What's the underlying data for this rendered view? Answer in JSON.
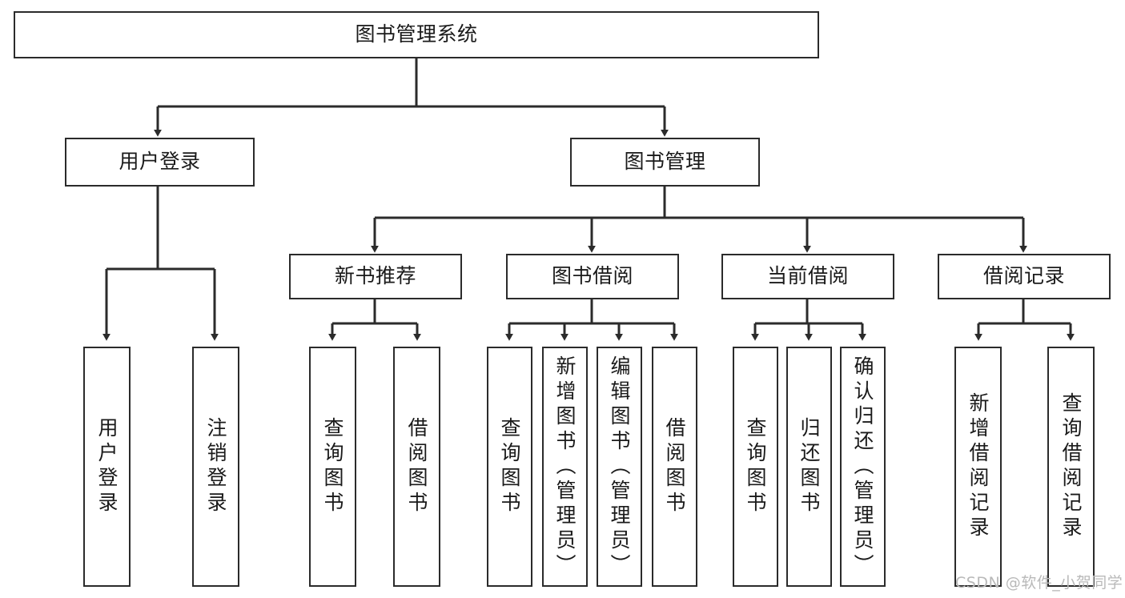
{
  "diagram": {
    "title": "图书管理系统",
    "type": "tree-hierarchy-diagram",
    "orientation": "top-down",
    "colors": {
      "background": "#ffffff",
      "box_border": "#2b2b2b",
      "box_fill": "#ffffff",
      "connector": "#2b2b2b",
      "text": "#1a1a1a",
      "watermark": "#b9b9b9"
    }
  },
  "nodes": {
    "root": {
      "label": "图书管理系统",
      "level": 0
    },
    "level1": [
      {
        "id": "user-login",
        "label": "用户登录"
      },
      {
        "id": "book-manage",
        "label": "图书管理"
      }
    ],
    "level2": [
      {
        "id": "new-book-recommend",
        "label": "新书推荐"
      },
      {
        "id": "book-borrow",
        "label": "图书借阅"
      },
      {
        "id": "current-borrow",
        "label": "当前借阅"
      },
      {
        "id": "borrow-record",
        "label": "借阅记录"
      }
    ],
    "leaves": {
      "user-login": [
        {
          "id": "leaf-user-login",
          "label": "用户登录"
        },
        {
          "id": "leaf-logout-login",
          "label": "注销登录"
        }
      ],
      "new-book-recommend": [
        {
          "id": "leaf-query-book-1",
          "label": "查询图书"
        },
        {
          "id": "leaf-borrow-book-1",
          "label": "借阅图书"
        }
      ],
      "book-borrow": [
        {
          "id": "leaf-query-book-2",
          "label": "查询图书"
        },
        {
          "id": "leaf-add-book",
          "label": "新增图书（管理员）"
        },
        {
          "id": "leaf-edit-book",
          "label": "编辑图书（管理员）"
        },
        {
          "id": "leaf-borrow-book-2",
          "label": "借阅图书"
        }
      ],
      "current-borrow": [
        {
          "id": "leaf-query-book-3",
          "label": "查询图书"
        },
        {
          "id": "leaf-return-book",
          "label": "归还图书"
        },
        {
          "id": "leaf-confirm-return",
          "label": "确认归还（管理员）"
        }
      ],
      "borrow-record": [
        {
          "id": "leaf-add-record",
          "label": "新增借阅记录"
        },
        {
          "id": "leaf-query-record",
          "label": "查询借阅记录"
        }
      ]
    }
  },
  "watermark": {
    "text": "CSDN @软件_小贺同学"
  }
}
